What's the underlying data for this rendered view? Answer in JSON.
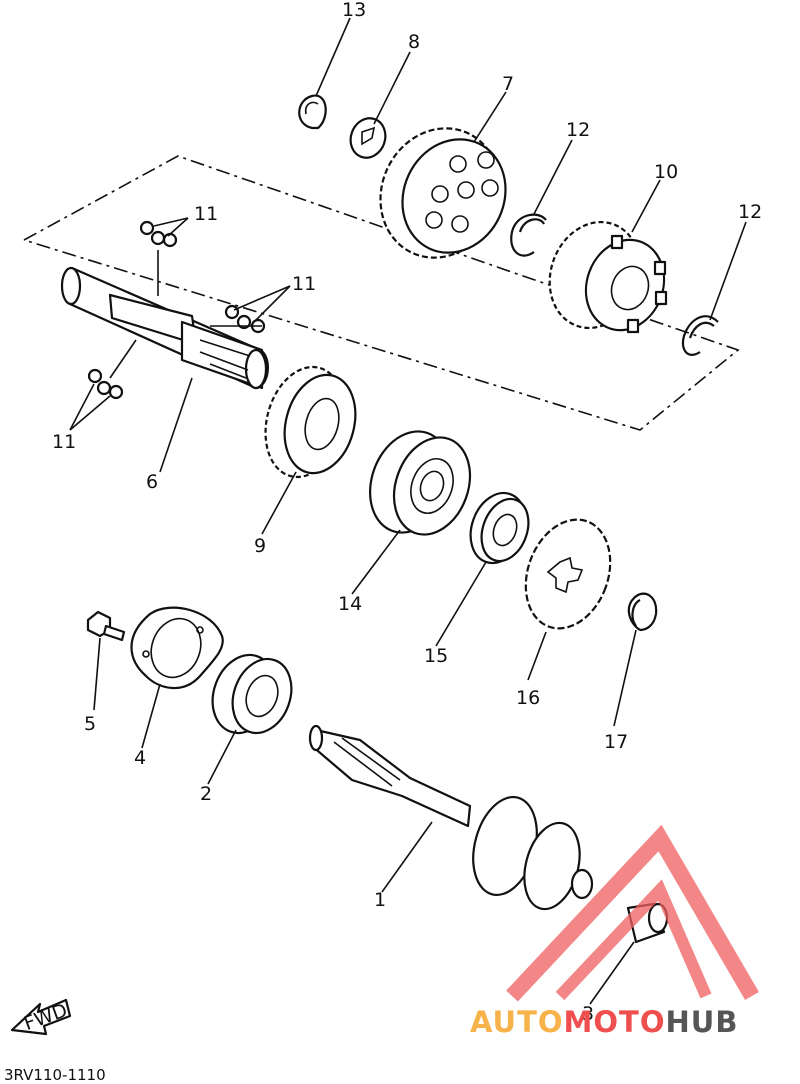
{
  "diagram": {
    "drawing_code": "3RV110-1110",
    "fwd_label": "FWD",
    "callouts": {
      "c1": "1",
      "c2": "2",
      "c3": "3",
      "c4": "4",
      "c5": "5",
      "c6": "6",
      "c7": "7",
      "c8": "8",
      "c9": "9",
      "c10": "10",
      "c11a": "11",
      "c11b": "11",
      "c11c": "11",
      "c12a": "12",
      "c12b": "12",
      "c13": "13",
      "c14": "14",
      "c15": "15",
      "c16": "16",
      "c17": "17"
    }
  },
  "watermark": {
    "part1": "AUTO",
    "part2": "MOTO",
    "part3": "HUB",
    "color_auto": "#f7b24a",
    "color_moto": "#ef4f4f",
    "color_hub": "#555555",
    "triangle_color": "#ef5f5f"
  }
}
